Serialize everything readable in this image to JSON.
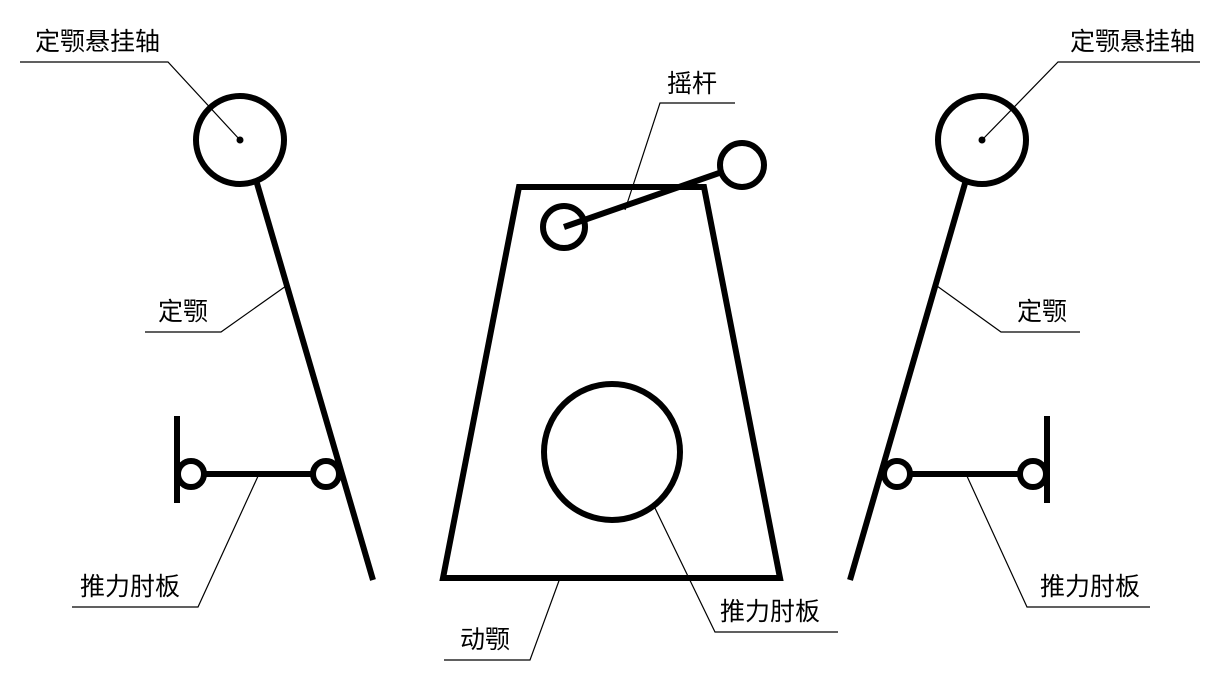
{
  "diagram": {
    "labels": {
      "fixed_jaw_axle_left": "定颚悬挂轴",
      "fixed_jaw_axle_right": "定颚悬挂轴",
      "rocker": "摇杆",
      "fixed_jaw_left": "定颚",
      "fixed_jaw_right": "定颚",
      "toggle_plate_left": "推力肘板",
      "toggle_plate_right": "推力肘板",
      "toggle_plate_center": "推力肘板",
      "moving_jaw": "动颚"
    },
    "colors": {
      "stroke": "#000000",
      "background": "#ffffff"
    }
  }
}
